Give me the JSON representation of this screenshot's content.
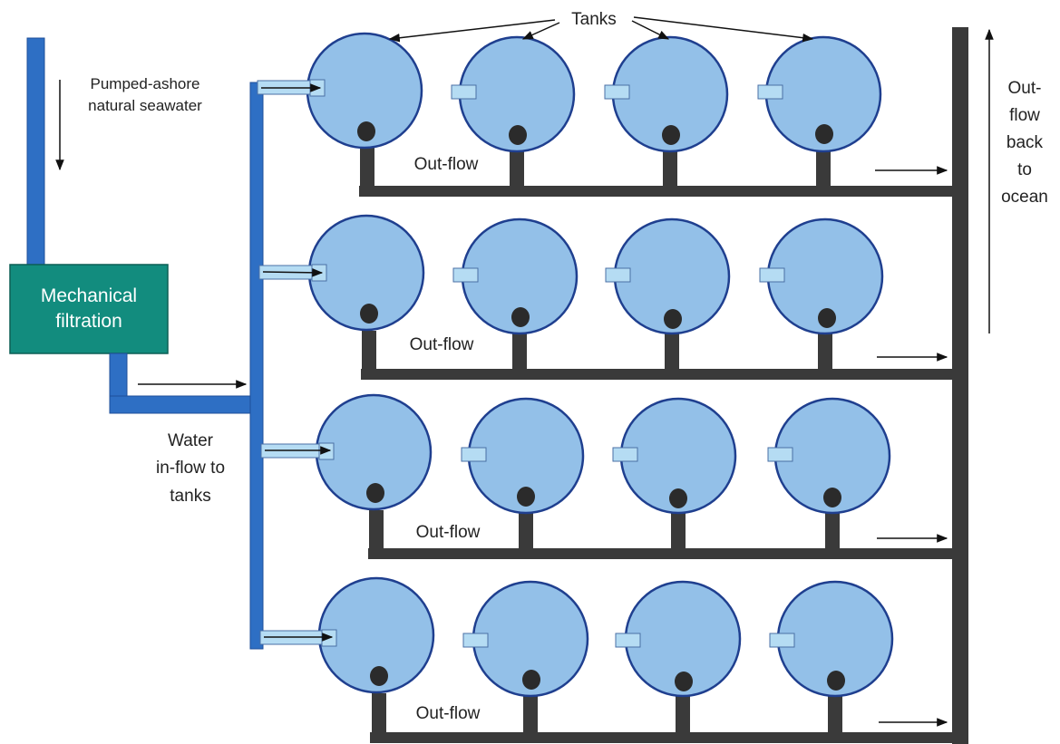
{
  "labels": {
    "pumped_line1": "Pumped-ashore",
    "pumped_line2": "natural seawater",
    "filtration_line1": "Mechanical",
    "filtration_line2": "filtration",
    "inflow_line1": "Water",
    "inflow_line2": "in-flow to",
    "inflow_line3": "tanks",
    "tanks": "Tanks",
    "outflow": "Out-flow",
    "back_line1": "Out-",
    "back_line2": "flow",
    "back_line3": "back",
    "back_line4": "to",
    "back_line5": "ocean"
  },
  "layout_info": {
    "rows_of_tanks": 4,
    "tanks_per_row": 4
  },
  "colors": {
    "tank_fill": "#93c0e8",
    "tank_stroke": "#1f3f8f",
    "inflow_pipe": "#2e6fc4",
    "inflow_pipe_dark": "#1f4f9a",
    "filtration_fill": "#128c7e",
    "outflow_pipe": "#3a3a3a",
    "drain": "#2b2b2b",
    "inlet_nozzle": "#b5dcf3"
  }
}
